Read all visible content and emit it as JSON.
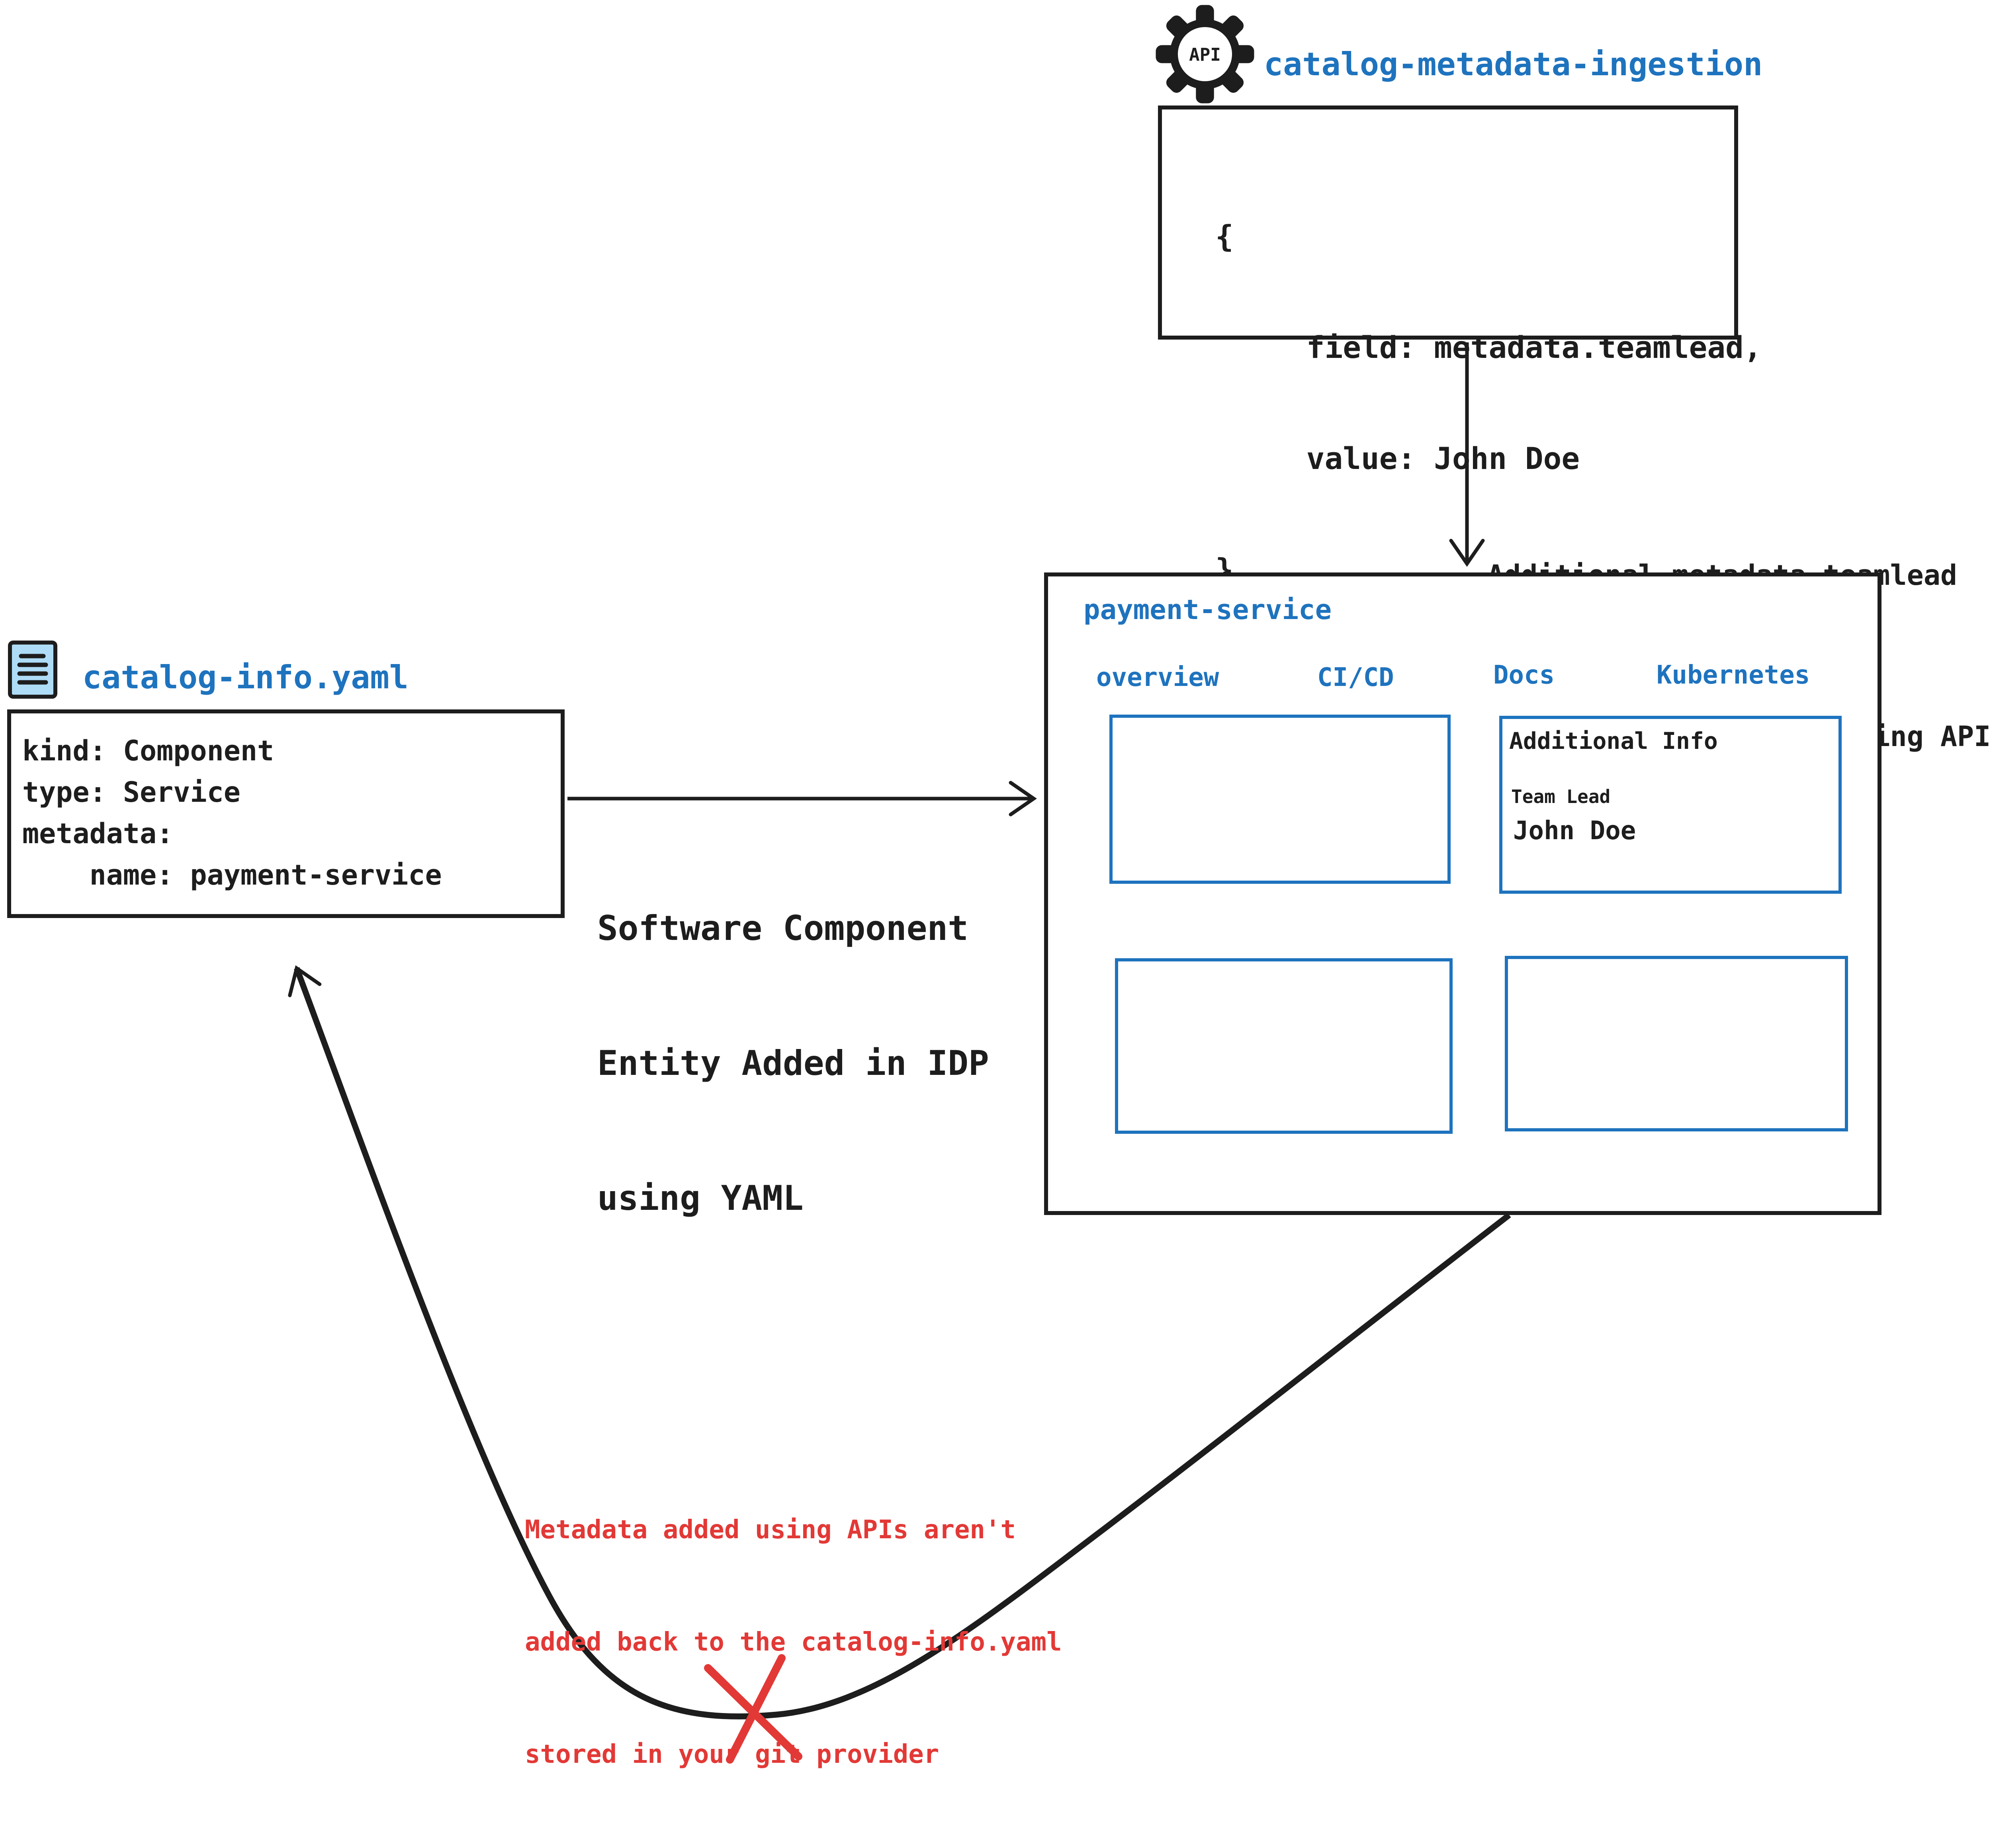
{
  "colors": {
    "accent_blue": "#1e73be",
    "ink_black": "#1d1d1d",
    "warning_red": "#e23936",
    "doc_icon_fill": "#aedcf7"
  },
  "api_ingestion": {
    "icon_label": "API",
    "title": "catalog-metadata-ingestion",
    "code": {
      "open_brace": "{",
      "field_line": "     field: metadata.teamlead,",
      "value_line": "     value: John Doe",
      "close_brace": "}"
    }
  },
  "api_arrow": {
    "label_line1": "Additional metadata teamlead",
    "label_line2": "added to the catalog using APIs"
  },
  "idp": {
    "title": "payment-service",
    "tabs": {
      "overview": "overview",
      "cicd": "CI/CD",
      "docs": "Docs",
      "kubernetes": "Kubernetes"
    },
    "info_panel": {
      "heading": "Additional Info",
      "field_label": "Team Lead",
      "field_value": "John Doe"
    }
  },
  "yaml_file": {
    "title": "catalog-info.yaml",
    "line1": "kind: Component",
    "line2": "type: Service",
    "line3": "metadata:",
    "line4": "    name: payment-service"
  },
  "yaml_arrow": {
    "label_line1": "Software Component",
    "label_line2": "Entity Added in IDP",
    "label_line3": "using YAML"
  },
  "feedback": {
    "note_line1": "Metadata added using APIs aren't",
    "note_line2": "added back to the catalog-info.yaml",
    "note_line3": "stored in your git provider"
  }
}
